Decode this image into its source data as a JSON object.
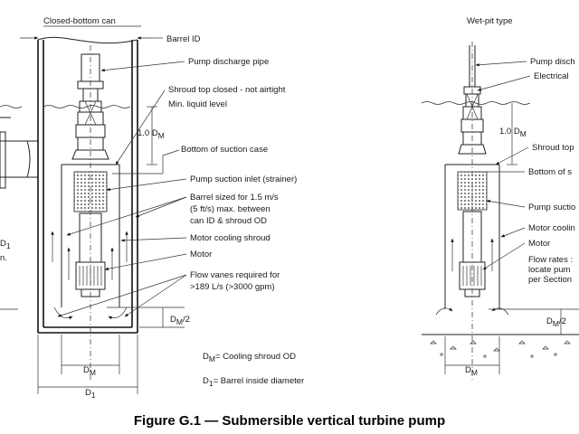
{
  "figure": {
    "caption": "Figure G.1 — Submersible vertical turbine pump"
  },
  "left_panel": {
    "heading": "Closed-bottom can",
    "labels": {
      "barrel_id": "Barrel ID",
      "discharge_pipe": "Pump discharge pipe",
      "shroud_top": "Shroud top closed - not airtight",
      "min_level": "Min. liquid level",
      "dim_1dm_a": "1.0 D",
      "dim_1dm_sub": "M",
      "suction_case": "Bottom of suction case",
      "suction_inlet": "Pump suction inlet (strainer)",
      "barrel_sized_1": "Barrel sized for 1.5 m/s",
      "barrel_sized_2": "(5 ft/s) max. between",
      "barrel_sized_3": "can ID & shroud OD",
      "cooling_shroud": "Motor cooling shroud",
      "motor": "Motor",
      "flow_vanes_1": "Flow vanes required for",
      "flow_vanes_2": ">189 L/s (>3000 gpm)",
      "dm2_a": "D",
      "dm2_sub": "M",
      "dm2_b": "/2",
      "dm_bottom_a": "D",
      "dm_bottom_sub": "M",
      "d1_bottom_a": "D",
      "d1_bottom_sub": "1",
      "d1_left_a": "D",
      "d1_left_sub": "1",
      "d1_left_b": "n.",
      "legend_dm_a": "D",
      "legend_dm_sub": "M",
      "legend_dm_b": "= Cooling shroud OD",
      "legend_d1_a": "D",
      "legend_d1_sub": "1",
      "legend_d1_b": "= Barrel inside diameter"
    }
  },
  "right_panel": {
    "heading": "Wet-pit type",
    "labels": {
      "discharge": "Pump disch",
      "electrical": "Electrical",
      "dim_1dm_a": "1.0 D",
      "dim_1dm_sub": "M",
      "shroud_top": "Shroud top",
      "suction_case": "Bottom of s",
      "suction": "Pump suctio",
      "cooling": "Motor coolin",
      "motor": "Motor",
      "flow_rates_1": "Flow rates :",
      "flow_rates_2": "locate pum",
      "flow_rates_3": "per Section",
      "dm2_a": "D",
      "dm2_sub": "M",
      "dm2_b": "/2",
      "dm_bottom_a": "D",
      "dm_bottom_sub": "M"
    }
  }
}
